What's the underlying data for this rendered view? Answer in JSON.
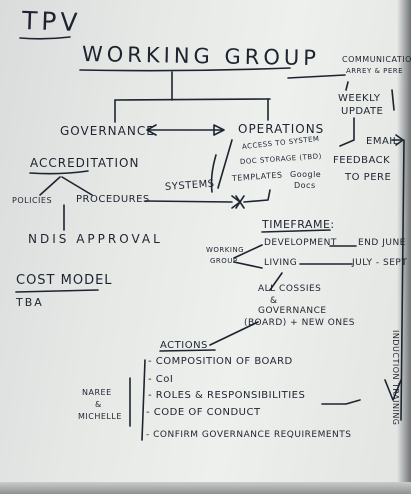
{
  "title": "TPV",
  "working_group": "WORKING GROUP",
  "communication": {
    "line1": "COMMUNICATION",
    "line2": "ARREY & PERE"
  },
  "weekly_update": {
    "line1": "WEEKLY",
    "line2": "UPDATE"
  },
  "email": "EMAIL",
  "feedback": {
    "line1": "FEEDBACK",
    "line2": "TO PERE"
  },
  "governance": "GOVERNANCE",
  "operations": "OPERATIONS",
  "operations_items": {
    "access_line1": "ACCESS TO SYSTEM",
    "access_line2": "DOC STORAGE (TBD)",
    "templates": "TEMPLATES",
    "google": {
      "line1": "Google",
      "line2": "Docs"
    }
  },
  "systems": "SYSTEMS",
  "accreditation": "ACCREDITATION",
  "policies": "POLICIES",
  "procedures": "PROCEDURES",
  "ndis_approval": "NDIS APPROVAL",
  "cost_model": "COST MODEL",
  "cost_model_value": "TBA",
  "timeframe": "TIMEFRAME:",
  "timeframe_rows": [
    {
      "label": "DEVELOPMENT",
      "value": "END JUNE"
    },
    {
      "label": "LIVING",
      "value": "JULY - SEPT"
    }
  ],
  "working_group_small": {
    "line1": "WORKING",
    "line2": "GROUP"
  },
  "all_cossies": "ALL COSSIES",
  "ampersand": "&",
  "governance_board": "GOVERNANCE",
  "board_new": "(BOARD) + NEW ONES",
  "actions_title": "ACTIONS",
  "actions": [
    "- COMPOSITION OF BOARD",
    "- CoI",
    "- ROLES & RESPONSIBILITIES",
    "- CODE OF CONDUCT",
    "- CONFIRM GOVERNANCE REQUIREMENTS"
  ],
  "naree_michelle": {
    "line1": "NAREE",
    "line2": "&",
    "line3": "MICHELLE"
  },
  "induction_training": "INDUCTION TRAINING",
  "colors": {
    "ink": "#1d2430",
    "paper": "#e6e8e6",
    "background": "#6b6e6f"
  }
}
